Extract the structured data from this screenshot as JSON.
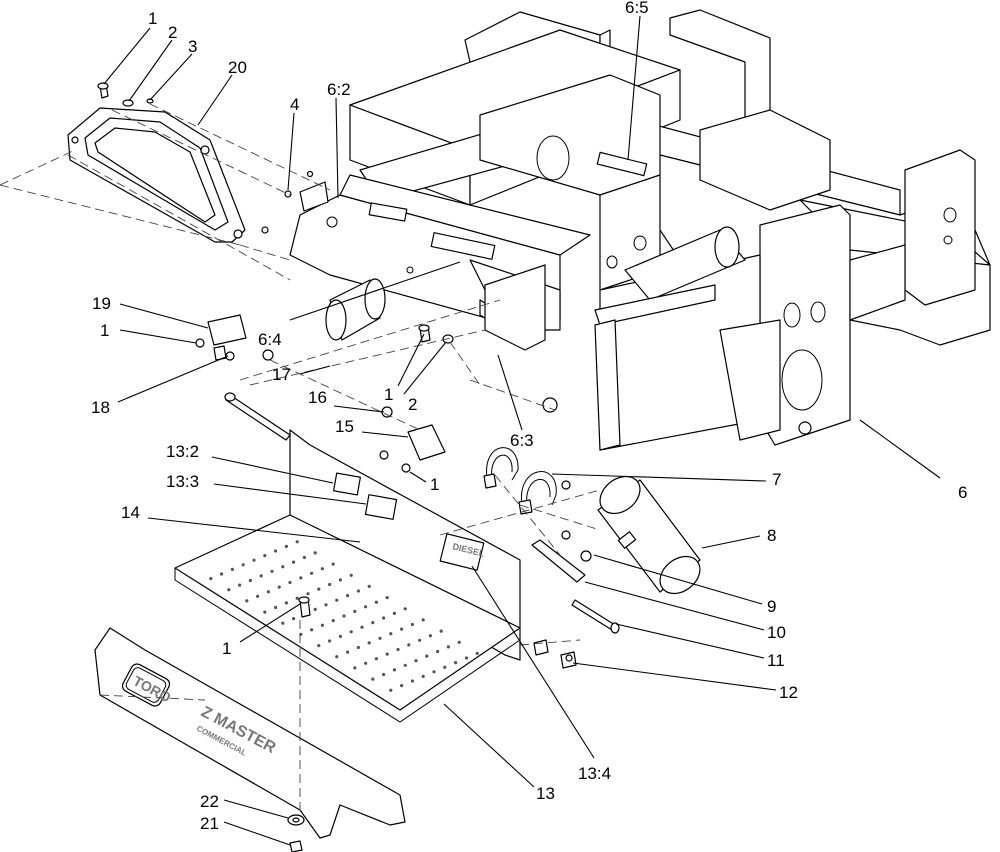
{
  "callouts": {
    "c_1a": "1",
    "c_2a": "2",
    "c_3": "3",
    "c_20": "20",
    "c_4": "4",
    "c_6_2": "6:2",
    "c_6_5": "6:5",
    "c_19": "19",
    "c_1b": "1",
    "c_6_4": "6:4",
    "c_17": "17",
    "c_1c": "1",
    "c_2b": "2",
    "c_18": "18",
    "c_16": "16",
    "c_15": "15",
    "c_6_3": "6:3",
    "c_1d": "1",
    "c_7": "7",
    "c_6": "6",
    "c_13_2": "13:2",
    "c_13_3": "13:3",
    "c_14": "14",
    "c_8": "8",
    "c_9": "9",
    "c_10": "10",
    "c_1e": "1",
    "c_11": "11",
    "c_12": "12",
    "c_13": "13",
    "c_13_4": "13:4",
    "c_22": "22",
    "c_21": "21"
  },
  "labels": {
    "decal_diesel": "DIESEL",
    "logo_toro": "TORO",
    "logo_z_master": "Z MASTER",
    "logo_commercial": "COMMERCIAL"
  }
}
